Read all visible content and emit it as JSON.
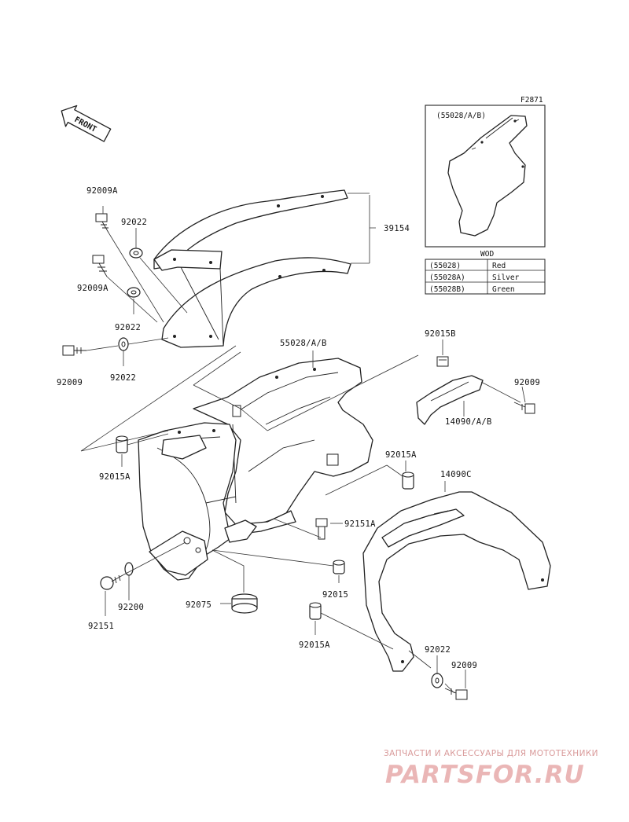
{
  "diagram_code": "F2871",
  "front_label": "FRONT",
  "inset": {
    "title": "(55028/A/B)",
    "table_header": "WOD",
    "rows": [
      {
        "code": "(55028)",
        "color": "Red"
      },
      {
        "code": "(55028A)",
        "color": "Silver"
      },
      {
        "code": "(55028B)",
        "color": "Green"
      }
    ]
  },
  "callouts": {
    "c92009A_top": "92009A",
    "c92022_top": "92022",
    "c39154": "39154",
    "c92009A_mid": "92009A",
    "c92022_mid": "92022",
    "c92009_left": "92009",
    "c92022_low": "92022",
    "c55028": "55028/A/B",
    "c92015B": "92015B",
    "c92009_right": "92009",
    "c14090AB": "14090/A/B",
    "c92015A_left": "92015A",
    "c92015A_right": "92015A",
    "c14090C": "14090C",
    "c92151A": "92151A",
    "c92015": "92015",
    "c92200": "92200",
    "c92151": "92151",
    "c92075": "92075",
    "c92015A_bottom": "92015A",
    "c92022_bottom": "92022",
    "c92009_bottom": "92009"
  },
  "watermark": {
    "line1": "ЗАПЧАСТИ И АКСЕССУАРЫ ДЛЯ МОТОТЕХНИКИ",
    "brand": "PARTSFOR.RU"
  }
}
